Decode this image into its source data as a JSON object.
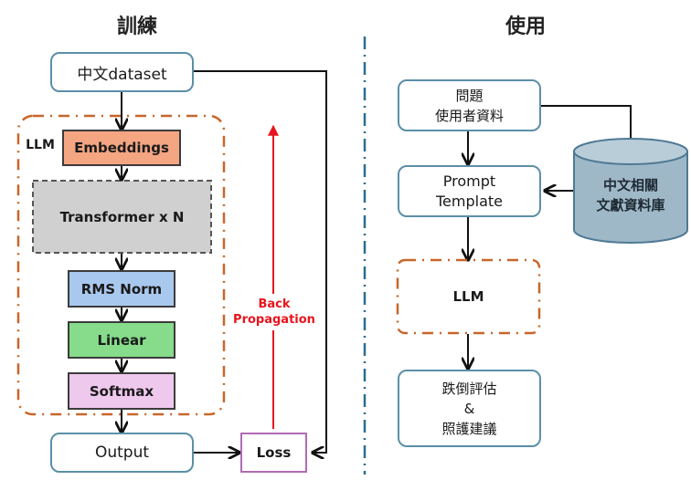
{
  "training": {
    "title": "訓練",
    "dataset": "中文dataset",
    "llm_label": "LLM",
    "embeddings": "Embeddings",
    "transformer": "Transformer x N",
    "rms_norm": "RMS Norm",
    "linear": "Linear",
    "softmax": "Softmax",
    "output": "Output",
    "loss": "Loss",
    "backprop_line1": "Back",
    "backprop_line2": "Propagation"
  },
  "usage": {
    "title": "使用",
    "question_line1": "問題",
    "question_line2": "使用者資料",
    "prompt_line1": "Prompt",
    "prompt_line2": "Template",
    "db_line1": "中文相關",
    "db_line2": "文獻資料庫",
    "llm": "LLM",
    "result_line1": "跌倒評估",
    "result_line2": "&",
    "result_line3": "照護建議"
  },
  "colors": {
    "embeddings": "#f4a582",
    "transformer": "#d0d0d0",
    "rms_norm": "#a9c8ee",
    "linear": "#86dc8a",
    "softmax": "#efc8ee",
    "llm_border": "#c8662a",
    "divider": "#2a6f8f",
    "backprop": "#e8141e",
    "database": "#9fb8c8"
  }
}
